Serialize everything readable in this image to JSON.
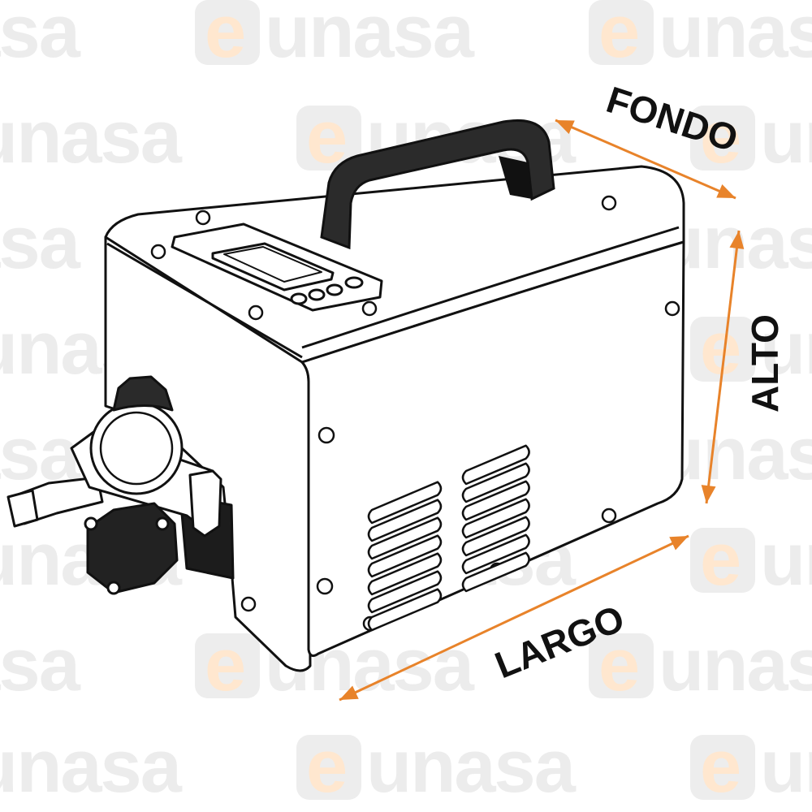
{
  "watermark": {
    "brand": "eunasa",
    "letter_e": "e",
    "letters_rest": "unasa",
    "gray": "#ececec",
    "e_fill": "#ffe7cf",
    "e_box": "#ededed"
  },
  "dimensions": {
    "depth_label": "FONDO",
    "height_label": "ALTO",
    "width_label": "LARGO",
    "arrow_color": "#e8832a"
  },
  "product": {
    "outline_color": "#111111",
    "handle_color": "#2b2b2b",
    "body_fill": "#ffffff"
  }
}
